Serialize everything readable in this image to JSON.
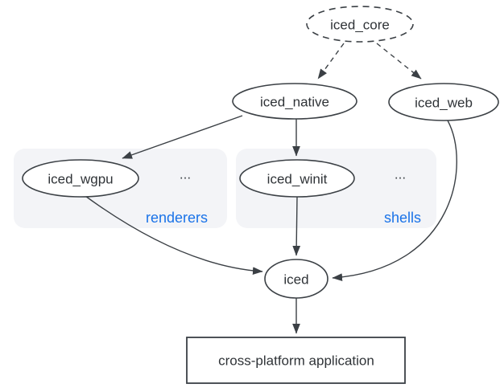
{
  "diagram": {
    "nodes": {
      "iced_core": {
        "label": "iced_core",
        "shape": "dashed-ellipse"
      },
      "iced_native": {
        "label": "iced_native",
        "shape": "ellipse"
      },
      "iced_web": {
        "label": "iced_web",
        "shape": "ellipse"
      },
      "iced_wgpu": {
        "label": "iced_wgpu",
        "shape": "ellipse"
      },
      "iced_winit": {
        "label": "iced_winit",
        "shape": "ellipse"
      },
      "iced": {
        "label": "iced",
        "shape": "ellipse"
      },
      "application": {
        "label": "cross-platform application",
        "shape": "rect"
      }
    },
    "groups": {
      "renderers": {
        "label": "renderers",
        "ellipsis": "..."
      },
      "shells": {
        "label": "shells",
        "ellipsis": "..."
      }
    },
    "edges": [
      {
        "from": "iced_core",
        "to": "iced_native",
        "style": "dashed"
      },
      {
        "from": "iced_core",
        "to": "iced_web",
        "style": "dashed"
      },
      {
        "from": "iced_native",
        "to": "iced_wgpu",
        "style": "solid"
      },
      {
        "from": "iced_native",
        "to": "iced_winit",
        "style": "solid"
      },
      {
        "from": "iced_wgpu",
        "to": "iced",
        "style": "solid"
      },
      {
        "from": "iced_winit",
        "to": "iced",
        "style": "solid"
      },
      {
        "from": "iced_web",
        "to": "iced",
        "style": "solid"
      },
      {
        "from": "iced",
        "to": "application",
        "style": "solid"
      }
    ],
    "colors": {
      "stroke": "#3b4045",
      "text": "#2f3337",
      "group_label_blue": "#1a73e8",
      "group_fill": "#f3f4f7",
      "background": "#ffffff"
    }
  }
}
